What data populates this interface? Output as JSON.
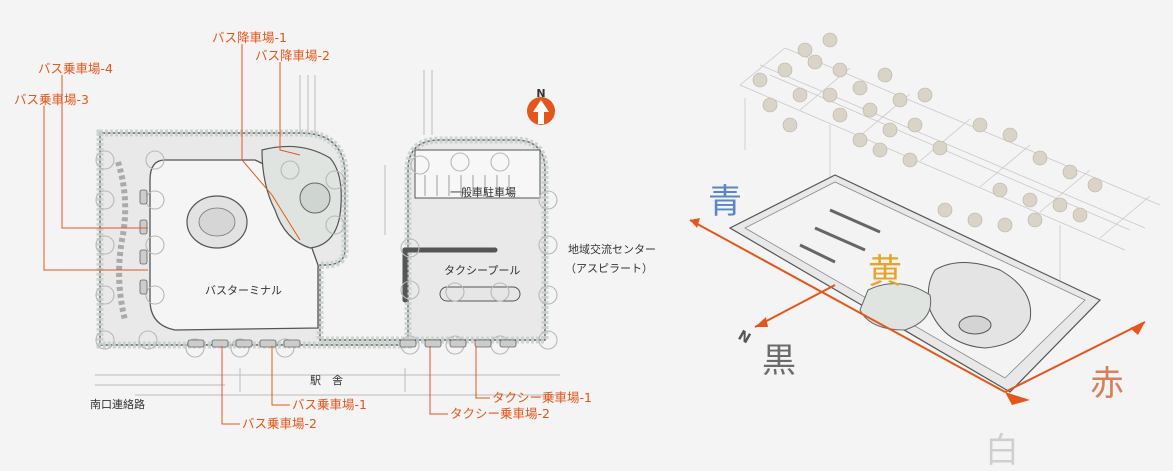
{
  "plan": {
    "bus_alight": [
      "バス降車場-1",
      "バス降車場-2"
    ],
    "bus_board_top": [
      "バス乗車場-4",
      "バス乗車場-3"
    ],
    "bus_board_bottom": [
      "バス乗車場-1",
      "バス乗車場-2"
    ],
    "taxi_board": [
      "タクシー乗車場-1",
      "タクシー乗車場-2"
    ],
    "bus_terminal": "バスターミナル",
    "taxi_pool": "タクシープール",
    "parking": "一般車駐車場",
    "center_name": "地域交流センター",
    "center_sub": "（アスピラート）",
    "station": "駅　舎",
    "south_path": "南口連絡路",
    "north": "N"
  },
  "iso": {
    "blue": "青",
    "yellow": "黄",
    "black": "黒",
    "red": "赤",
    "white": "白",
    "north": "N"
  },
  "colors": {
    "accent": "#e4571c",
    "blue": "#5a86c4",
    "yellow": "#e8a42a",
    "black": "#6b6b6b",
    "red": "#d9805a",
    "white": "#cfcfcf"
  }
}
